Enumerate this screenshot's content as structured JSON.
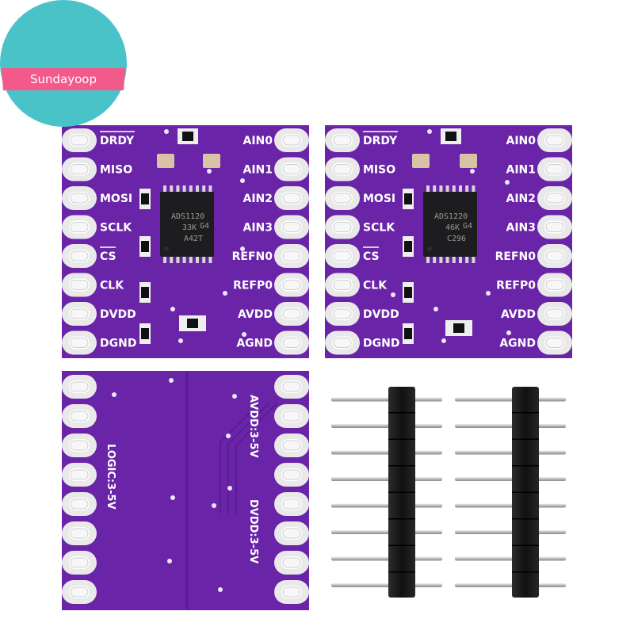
{
  "watermark": {
    "text": "Sundayoop",
    "circle_color": "#49c3c8",
    "band_color": "#f25a8a"
  },
  "colors": {
    "pcb": "#6a24a8",
    "pcb_dark": "#4f1784",
    "pad": "#e9e9e9",
    "silk": "#ffffff",
    "chip": "#1d1d1f",
    "header_plastic": "#161616",
    "header_pin": "#c9c9c9"
  },
  "boards": {
    "left": {
      "chip": {
        "line1": "ADS1120",
        "line2": "33K",
        "line2b": "G4",
        "line3": "A42T"
      },
      "left_labels": [
        "DRDY",
        "MISO",
        "MOSI",
        "SCLK",
        "CS",
        "CLK",
        "DVDD",
        "DGND"
      ],
      "right_labels": [
        "AIN0",
        "AIN1",
        "AIN2",
        "AIN3",
        "REFN0",
        "REFP0",
        "AVDD",
        "AGND"
      ]
    },
    "right": {
      "chip": {
        "line1": "ADS1220",
        "line2": "46K",
        "line2b": "G4",
        "line3": "C296"
      },
      "left_labels": [
        "DRDY",
        "MISO",
        "MOSI",
        "SCLK",
        "CS",
        "CLK",
        "DVDD",
        "DGND"
      ],
      "right_labels": [
        "AIN0",
        "AIN1",
        "AIN2",
        "AIN3",
        "REFN0",
        "REFP0",
        "AVDD",
        "AGND"
      ]
    },
    "back": {
      "logic_label": "LOGIC:3-5V",
      "avdd_label": "AVDD:3-5V",
      "dvdd_label": "DVDD:3-5V"
    }
  },
  "headers": {
    "count": 2,
    "pins_per_header": 8
  }
}
